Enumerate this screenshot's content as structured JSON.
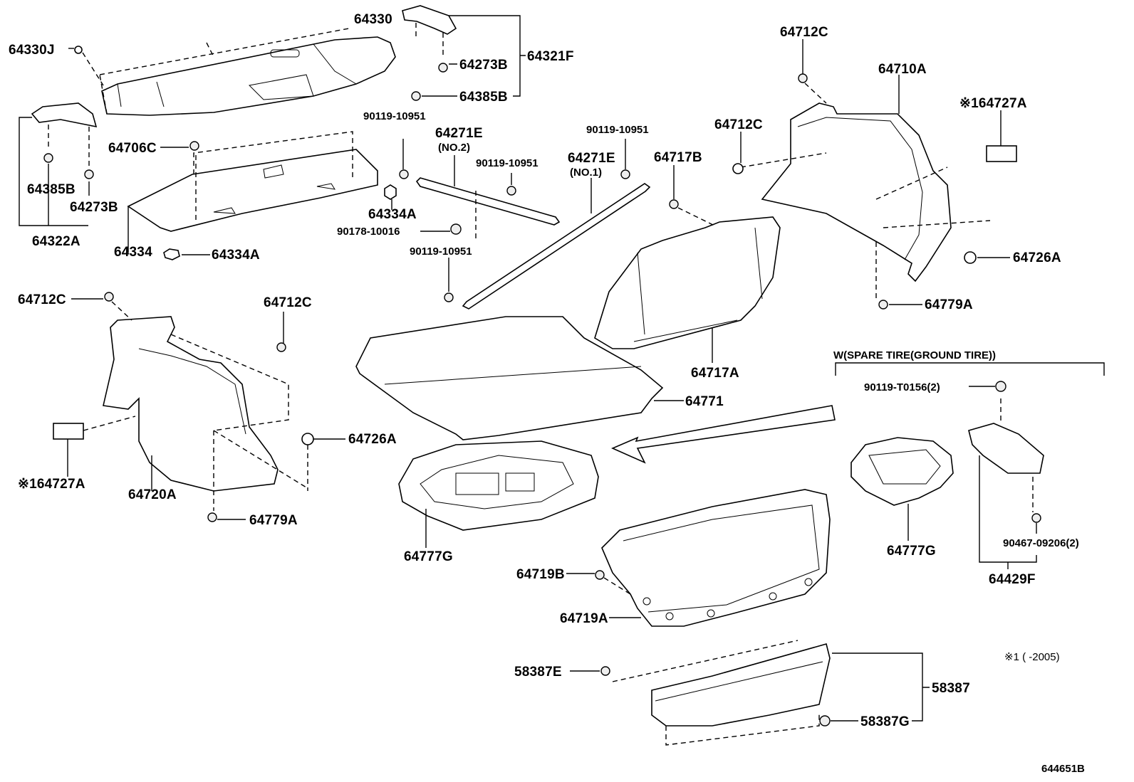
{
  "diagram_id": "644651B",
  "footnote": "※1 (      -2005)",
  "spare_tire_header": "W(SPARE TIRE(GROUND TIRE))",
  "no2": "(NO.2)",
  "no1": "(NO.1)",
  "labels": {
    "l64330J": "64330J",
    "l64330": "64330",
    "l64321F": "64321F",
    "l64273B_top": "64273B",
    "l64385B_top": "64385B",
    "l64385B_left": "64385B",
    "l64273B_left": "64273B",
    "l64322A": "64322A",
    "l64706C": "64706C",
    "l64334": "64334",
    "l64334A_a": "64334A",
    "l64334A_b": "64334A",
    "l90119_10951_a": "90119-10951",
    "l64271E_a": "64271E",
    "l90119_10951_b": "90119-10951",
    "l90178_10016": "90178-10016",
    "l90119_10951_c": "90119-10951",
    "l90119_10951_d": "90119-10951",
    "l64271E_b": "64271E",
    "l64717B": "64717B",
    "l64712C_tr": "64712C",
    "l64710A": "64710A",
    "l64712C_r": "64712C",
    "l64727A_r": "※164727A",
    "l64726A_r": "64726A",
    "l64779A_r": "64779A",
    "l64712C_l": "64712C",
    "l64712C_m": "64712C",
    "l64727A_l": "※164727A",
    "l64720A": "64720A",
    "l64726A_l": "64726A",
    "l64779A_l": "64779A",
    "l64717A": "64717A",
    "l64771": "64771",
    "l90119_T0156": "90119-T0156(2)",
    "l64777G_a": "64777G",
    "l64777G_b": "64777G",
    "l90467_09206": "90467-09206(2)",
    "l64429F": "64429F",
    "l64719B": "64719B",
    "l64719A": "64719A",
    "l58387E": "58387E",
    "l58387": "58387",
    "l58387G": "58387G"
  }
}
